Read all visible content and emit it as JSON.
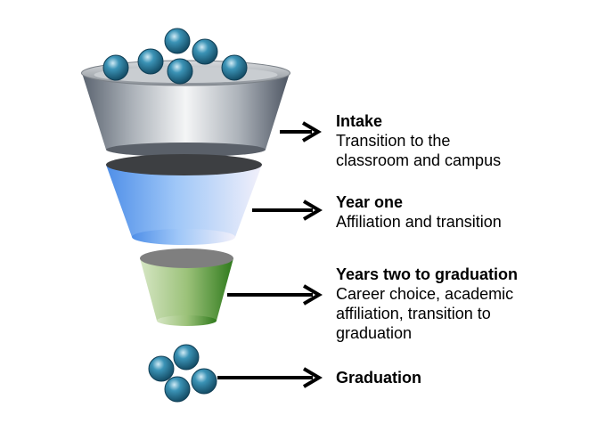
{
  "stages": [
    {
      "title": "Intake",
      "description": "Transition to the\nclassroom and campus"
    },
    {
      "title": "Year one",
      "description": "Affiliation and transition"
    },
    {
      "title": "Years two to graduation",
      "description": "Career choice, academic\naffiliation, transition to\ngraduation"
    },
    {
      "title": "Graduation",
      "description": ""
    }
  ],
  "colors": {
    "funnel_top": "#9a9fa6",
    "funnel_middle": "#6aa6f2",
    "funnel_bottom": "#4a8a2a",
    "ball": "#2c7a9a",
    "arrow": "#000000",
    "text": "#000000"
  },
  "icons": {
    "students": "sphere-icon",
    "arrows": "arrow-right-icon"
  }
}
